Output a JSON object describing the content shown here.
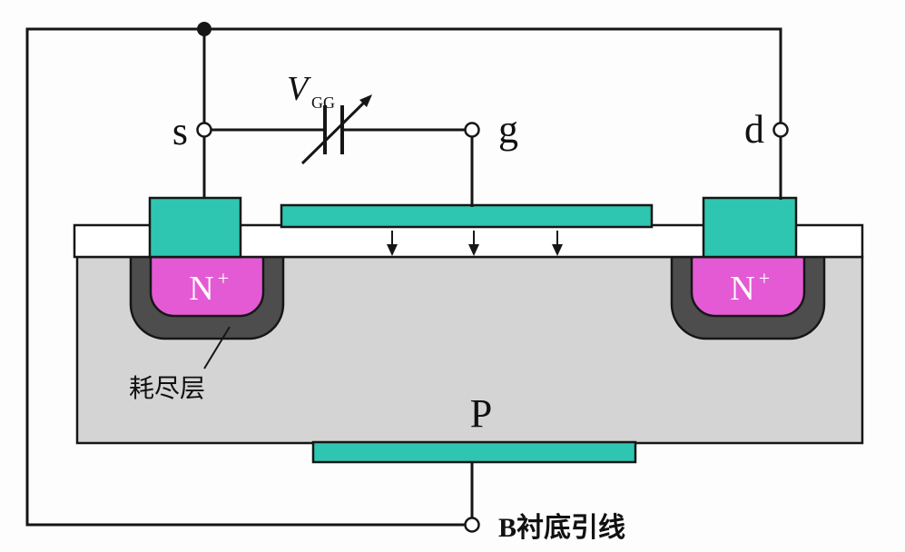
{
  "diagram": {
    "terminals": {
      "s": "s",
      "g": "g",
      "d": "d"
    },
    "vgg": {
      "main": "V",
      "sub": "GG"
    },
    "regions": {
      "source_n_main": "N",
      "source_n_sup": "+",
      "drain_n_main": "N",
      "drain_n_sup": "+",
      "substrate": "P"
    },
    "annotations": {
      "depletion_layer": "耗尽层",
      "substrate_lead": "B衬底引线"
    },
    "colors": {
      "contact_teal": "#2ec6b0",
      "n_region_magenta": "#e45ad4",
      "depletion_gray": "#4d4d4d",
      "substrate_gray": "#d4d4d4",
      "oxide_white": "#ffffff"
    }
  }
}
